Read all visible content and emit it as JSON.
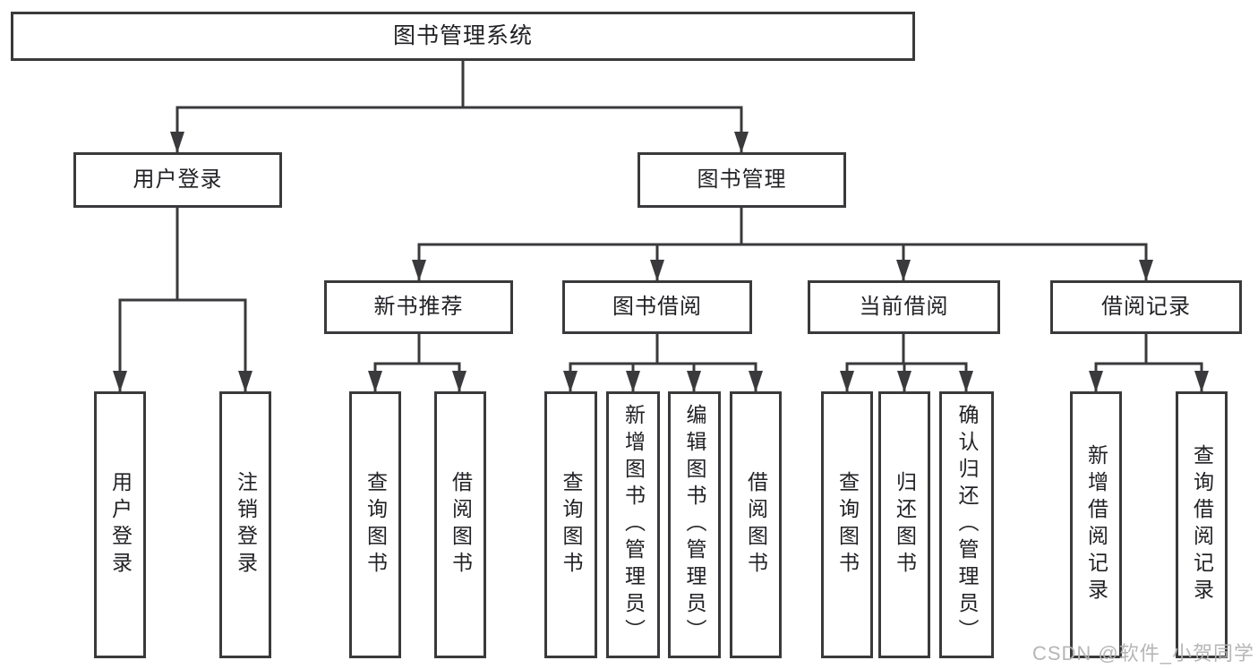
{
  "diagram": {
    "root_label": "图书管理系统",
    "level2": [
      "用户登录",
      "图书管理"
    ],
    "level3": [
      "新书推荐",
      "图书借阅",
      "当前借阅",
      "借阅记录"
    ],
    "leaves_user": [
      "用户登录",
      "注销登录"
    ],
    "leaves_newbook": [
      "查询图书",
      "借阅图书"
    ],
    "leaves_borrow": [
      "查询图书",
      "新增图书（管理员）",
      "编辑图书（管理员）",
      "借阅图书"
    ],
    "leaves_current": [
      "查询图书",
      "归还图书",
      "确认归还（管理员）"
    ],
    "leaves_record": [
      "新增借阅记录",
      "查询借阅记录"
    ]
  },
  "watermark": {
    "text": "CSDN @软件_小贺同学"
  },
  "colors": {
    "line": "#3a3a3c",
    "text": "#222226",
    "watermark": "#b3b3b3",
    "background": "#ffffff"
  }
}
